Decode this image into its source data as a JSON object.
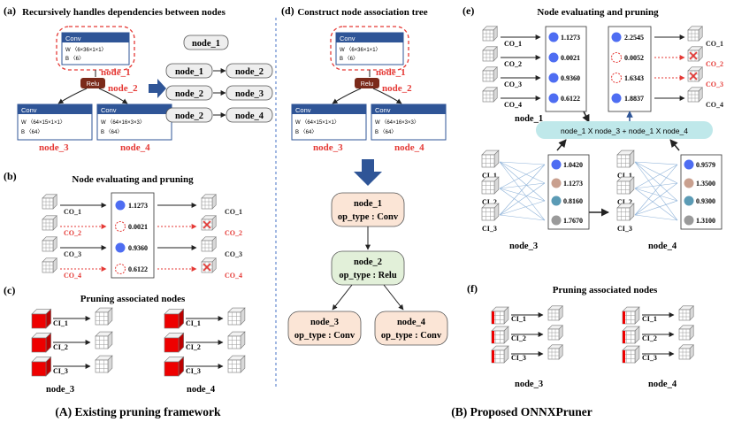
{
  "panels": {
    "a": {
      "letter": "(a)",
      "title": "Recursively handles dependencies between nodes"
    },
    "b": {
      "letter": "(b)",
      "title": "Node evaluating and pruning"
    },
    "c": {
      "letter": "(c)",
      "title": "Pruning associated nodes"
    },
    "d": {
      "letter": "(d)",
      "title": "Construct node association tree"
    },
    "e": {
      "letter": "(e)",
      "title": "Node evaluating and pruning"
    },
    "f": {
      "letter": "(f)",
      "title": "Pruning associated nodes"
    }
  },
  "captions": {
    "left": "(A) Existing pruning framework",
    "right": "(B) Proposed ONNXPruner"
  },
  "layer_cards": {
    "conv_label": "Conv",
    "relu_label": "Relu",
    "top_w": "W 〈6×36×1×1〉",
    "top_b": "B 〈6〉",
    "left_w": "W 〈64×15×1×1〉",
    "left_b": "B 〈64〉",
    "right_w": "W 〈64×16×3×3〉",
    "right_b": "B 〈64〉",
    "d_right_w": "W 〈64×16×3×3〉"
  },
  "node_labels": {
    "node_1": "node_1",
    "node_2": "node_2",
    "node_3": "node_3",
    "node_4": "node_4"
  },
  "pairs": [
    {
      "from": "node_1",
      "to": "node_2"
    },
    {
      "from": "node_2",
      "to": "node_3"
    },
    {
      "from": "node_2",
      "to": "node_4"
    }
  ],
  "tree": {
    "node_1": {
      "name": "node_1",
      "op": "op_type : Conv"
    },
    "node_2": {
      "name": "node_2",
      "op": "op_type : Relu"
    },
    "node_3": {
      "name": "node_3",
      "op": "op_type : Conv"
    },
    "node_4": {
      "name": "node_4",
      "op": "op_type : Conv"
    }
  },
  "panel_b": {
    "scores": [
      "1.1273",
      "0.0021",
      "0.9360",
      "0.6122"
    ],
    "kept": [
      true,
      false,
      true,
      false
    ],
    "channels": [
      "CO_1",
      "CO_2",
      "CO_3",
      "CO_4"
    ]
  },
  "input_channels": [
    "CI_1",
    "CI_2",
    "CI_3"
  ],
  "panel_e": {
    "left_scores": [
      "1.1273",
      "0.0021",
      "0.9360",
      "0.6122"
    ],
    "combined_scores": [
      "2.2545",
      "0.0052",
      "1.6343",
      "1.8837"
    ],
    "combined_kept": [
      true,
      false,
      false,
      true
    ],
    "channels": [
      "CO_1",
      "CO_2",
      "CO_3",
      "CO_4"
    ],
    "formula": "node_1 X  node_3 + node_1 X  node_4",
    "node3_scores": [
      "1.0420",
      "1.1273",
      "0.8160",
      "1.7670"
    ],
    "node4_scores": [
      "0.9579",
      "1.3500",
      "0.9300",
      "1.3100"
    ]
  },
  "colors": {
    "conv_header": "#2f5597",
    "relu": "#7b2a1a",
    "red": "#e53935",
    "blue_dot": "#4e6df2",
    "dashed_divider": "#4472c4",
    "tree_peach": "#fbe5d6",
    "tree_green": "#e2f0d9",
    "formula_bg": "#bfe8ea"
  }
}
